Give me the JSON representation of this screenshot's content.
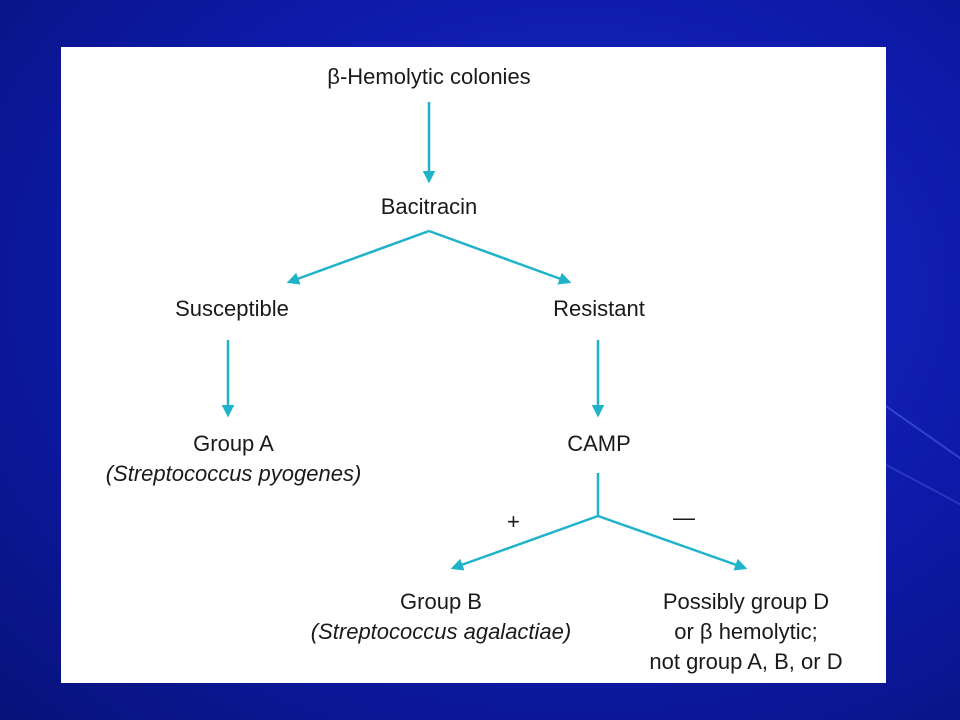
{
  "diagram": {
    "root": "β-Hemolytic colonies",
    "test1": "Bacitracin",
    "susceptible": "Susceptible",
    "resistant": "Resistant",
    "group_a": {
      "line1": "Group A",
      "line2": "(Streptococcus pyogenes)"
    },
    "test2": "CAMP",
    "plus_label": "+",
    "minus_label": "—",
    "group_b": {
      "line1": "Group B",
      "line2": "(Streptococcus agalactiae)"
    },
    "other": {
      "line1": "Possibly group D",
      "line2": "or β hemolytic;",
      "line3": "not group A, B, or D"
    },
    "edge_color": "#1fb3c9"
  }
}
